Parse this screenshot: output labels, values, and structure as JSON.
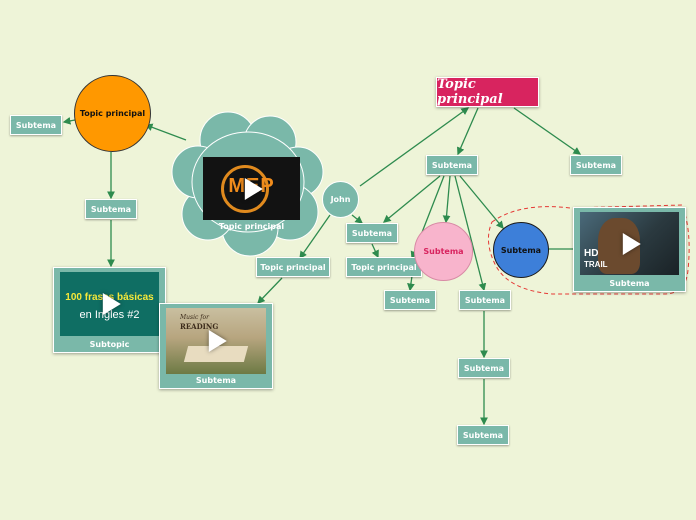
{
  "colors": {
    "background": "#eef4d8",
    "node": "#7ab8a9",
    "line": "#2e8b4e",
    "orange": "#ff9800",
    "pink": "#f8b4cc",
    "blue": "#3d7fd9",
    "magenta": "#d8245f",
    "dashed": "#e53935"
  },
  "nodes": {
    "orange_topic": "Topic principal",
    "subtema_left": "Subtema",
    "subtema_under_orange": "Subtema",
    "video_subtopic_caption": "Subtopic",
    "video_subtopic_text_line1": "100 frases básicas",
    "video_subtopic_text_line2": "en Ingles #2",
    "video_reading_caption": "Subtema",
    "video_reading_text_line1": "Music for",
    "video_reading_text_line2": "READING",
    "cloud_caption": "Topic principal",
    "cloud_logo": "MEP",
    "john": "John",
    "topic_principal_mid": "Topic principal",
    "main_title": "Topic principal",
    "subtema_center": "Subtema",
    "subtema_right": "Subtema",
    "subtema_a": "Subtema",
    "topic_principal_b": "Topic principal",
    "pink_circle": "Subtema",
    "blue_circle": "Subtema",
    "subtema_under_b": "Subtema",
    "subtema_chain_1": "Subtema",
    "subtema_chain_2": "Subtema",
    "subtema_chain_3": "Subtema",
    "video_trailer_caption": "Subtema",
    "video_trailer_text_line1": "HD",
    "video_trailer_text_line2": "TRAIL"
  }
}
